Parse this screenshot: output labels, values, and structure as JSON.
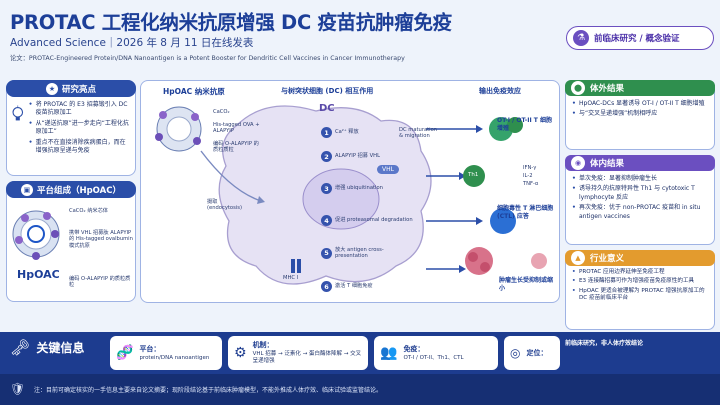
{
  "header": {
    "title": "PROTAC 工程化纳米抗原增强 DC 疫苗抗肿瘤免疫",
    "subtitle": "Advanced Science｜2026 年 8 月 11 日在线发表",
    "paper": "论文：PROTAC-Engineered Protein/DNA Nanoantigen is a Potent Booster for Dendritic Cell Vaccines in Cancer Immunotherapy",
    "badge": "前临床研究 / 概念验证"
  },
  "highlights": {
    "title": "研究亮点",
    "items": [
      "将 PROTAC 的 E3 招募锻引入 DC 疫苗抗原加工",
      "从“递送抗原”进一步走向“工程化抗原加工”",
      "重点不在直接消除疾病蛋白，而在增强抗原呈递与免疫"
    ]
  },
  "platform": {
    "title": "平台组成（HpOAC）",
    "name": "HpOAC",
    "items": [
      "CaCO₂ 纳米芯体",
      "携带 VHL 招募肽 ALAPYIP 的 His-tagged ovalbumin 模式抗原",
      "编码 O-ALAPYIP 的质粒质粒"
    ]
  },
  "center": {
    "nano_title": "HpOAC 纳米抗原",
    "dc_title": "与树突状细胞 (DC) 相互作用",
    "out_title": "输出免疫效应",
    "dc_label": "DC",
    "legend": [
      "CaCO₂",
      "His-tagged OVA + ALAPYIP",
      "编码 O-ALAPYIP 的质粒质粒"
    ],
    "uptake": "摄取 (endocytosis)",
    "mhc": "MHC I",
    "vhl": "VHL",
    "side_note": "DC maturation & migration",
    "steps": [
      {
        "n": "1",
        "text": "Ca²⁺ 释放"
      },
      {
        "n": "2",
        "text": "ALAPYIP 招募 VHL"
      },
      {
        "n": "3",
        "text": "增强 ubiquitination"
      },
      {
        "n": "4",
        "text": "促进 proteasomal degradation"
      },
      {
        "n": "5",
        "text": "放大 antigen cross-presentation"
      },
      {
        "n": "6",
        "text": "激活 T 细胞免疫"
      }
    ],
    "outputs": {
      "t_cells": "OT-I / OT-II T 细胞增殖",
      "th1": "Th1",
      "cytokines": [
        "IFN-γ",
        "IL-2",
        "TNF-α"
      ],
      "ctl": "细胞毒性 T 淋巴细胞 (CTL) 应答",
      "tumor": "肿瘤生长受抑制或缩小"
    }
  },
  "right": {
    "vitro": {
      "title": "体外结果",
      "items": [
        "HpOAC-DCs 显著诱导 OT-I / OT-II T 细胞增殖",
        "与“交叉呈递增强”机制相呼应"
      ]
    },
    "vivo": {
      "title": "体内结果",
      "items": [
        "单次免疫：显著抑制肿瘤生长",
        "诱导持久的抗原特异性 Th1 与 cytotoxic T lymphocyte 反应",
        "再次免疫：优于 non-PROTAC 疫苗和 in situ antigen vaccines"
      ]
    },
    "industry": {
      "title": "行业意义",
      "items": [
        "PROTAC 应用边界延伸至免疫工程",
        "E3 连接酶招募可作为增强疫苗免疫原性的工具",
        "HpOAC 更适合被理解为 PROTAC 增强抗原加工的 DC 疫苗前临床平台"
      ]
    }
  },
  "key_info": {
    "title": "关键信息",
    "items": [
      {
        "label": "平台：",
        "value": "protein/DNA nanoantigen"
      },
      {
        "label": "机制：",
        "value": "VHL 招募 → 泛素化 → 蛋白酶体降解 → 交叉呈递增强"
      },
      {
        "label": "免疫：",
        "value": "OT-I / OT-II、Th1、CTL"
      },
      {
        "label": "定位：",
        "value": "前临床研究，非人体疗效结论"
      }
    ]
  },
  "footer": "注：目前可确定核实的一手信息主要来自论文摘要；现阶段结论基于前临床肿瘤模型，不能外推成人体疗效、临床试验或监管结论。",
  "colors": {
    "primary": "#1d3f98",
    "accent_green": "#2f8f4e",
    "accent_purple": "#6b4fc0",
    "accent_orange": "#e39b2e"
  }
}
